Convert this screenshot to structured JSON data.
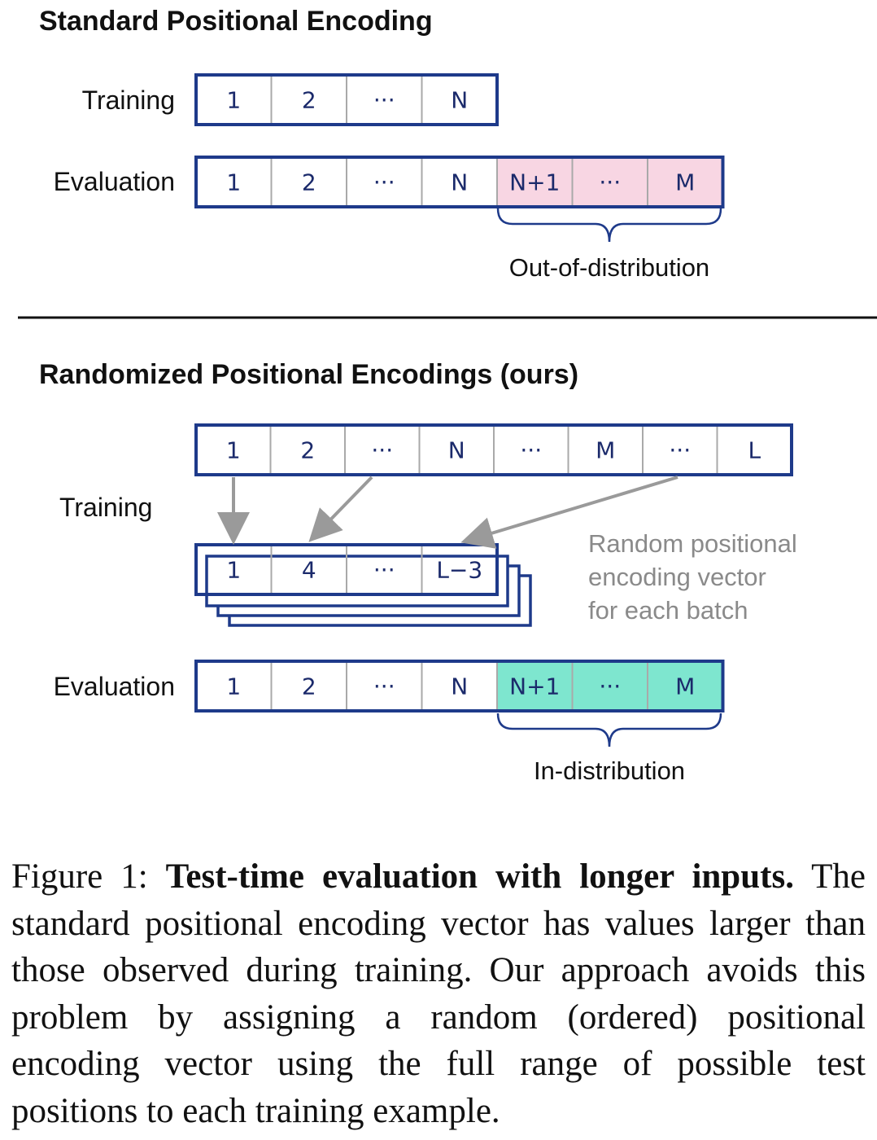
{
  "top": {
    "heading": "Standard Positional Encoding",
    "training_label": "Training",
    "training_cells": [
      "1",
      "2",
      "···",
      "N"
    ],
    "evaluation_label": "Evaluation",
    "evaluation_cells": [
      "1",
      "2",
      "···",
      "N",
      "N+1",
      "···",
      "M"
    ],
    "bracket_label": "Out-of-distribution"
  },
  "bottom": {
    "heading": "Randomized Positional Encodings (ours)",
    "full_cells": [
      "1",
      "2",
      "···",
      "N",
      "···",
      "M",
      "···",
      "L"
    ],
    "training_label": "Training",
    "sample_cells": [
      "1",
      "4",
      "···",
      "L−3"
    ],
    "note": [
      "Random positional",
      "encoding vector",
      "for each batch"
    ],
    "evaluation_label": "Evaluation",
    "evaluation_cells": [
      "1",
      "2",
      "···",
      "N",
      "N+1",
      "···",
      "M"
    ],
    "bracket_label": "In-distribution"
  },
  "colors": {
    "frame": "#1e3a8a",
    "divider": "#a9a9a9",
    "ood_fill": "#f8d6e3",
    "indist_fill": "#7ee6cf",
    "arrow": "#9a9a9a"
  },
  "caption": {
    "prefix": "Figure 1: ",
    "title": "Test-time evaluation with longer inputs.",
    "body": "The standard positional encoding vector has values larger than those observed during training. Our approach avoids this problem by assigning a random (ordered) positional encoding vector using the full range of possible test positions to each training example."
  }
}
